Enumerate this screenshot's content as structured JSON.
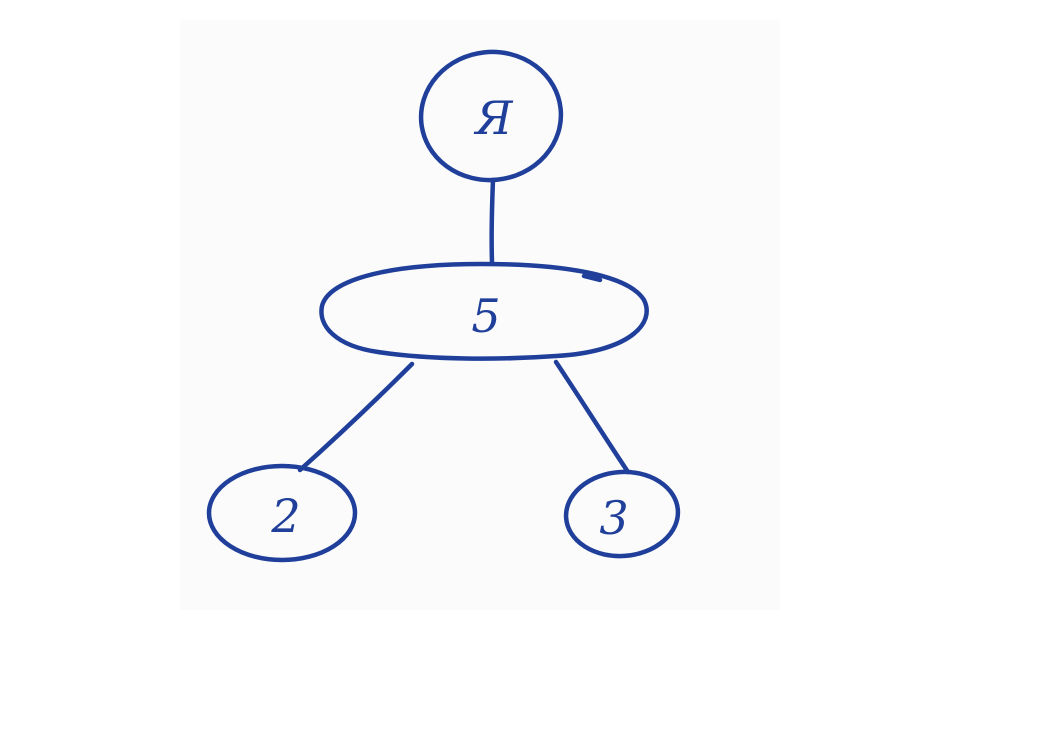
{
  "colors": {
    "ink": "#1f3f9a",
    "paper": "#ffffff"
  },
  "diagram": {
    "nodes": [
      {
        "id": "top",
        "label": "Я"
      },
      {
        "id": "middle",
        "label": "5"
      },
      {
        "id": "left",
        "label": "2"
      },
      {
        "id": "right",
        "label": "3"
      }
    ],
    "edges": [
      {
        "from": "top",
        "to": "middle"
      },
      {
        "from": "middle",
        "to": "left"
      },
      {
        "from": "middle",
        "to": "right"
      }
    ]
  }
}
